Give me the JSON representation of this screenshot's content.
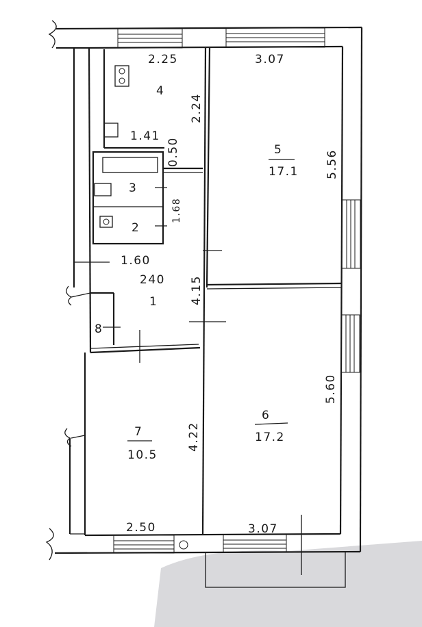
{
  "rooms": [
    {
      "number": "1",
      "area": "240"
    },
    {
      "number": "2"
    },
    {
      "number": "3"
    },
    {
      "number": "4"
    },
    {
      "number": "5",
      "area": "17.1"
    },
    {
      "number": "6",
      "area": "17.2"
    },
    {
      "number": "7",
      "area": "10.5"
    },
    {
      "number": "8"
    }
  ],
  "dimensions": {
    "room4_width": "2.25",
    "room4_height": "2.24",
    "room5_width": "3.07",
    "room5_height": "5.56",
    "bath_width": "1.41",
    "bath_gap": "0.50",
    "wc_height": "1.68",
    "hall_width": "1.60",
    "hall_height": "4.15",
    "room6_height": "5.60",
    "room6_width": "3.07",
    "room7_height": "4.22",
    "room7_width": "2.50"
  }
}
